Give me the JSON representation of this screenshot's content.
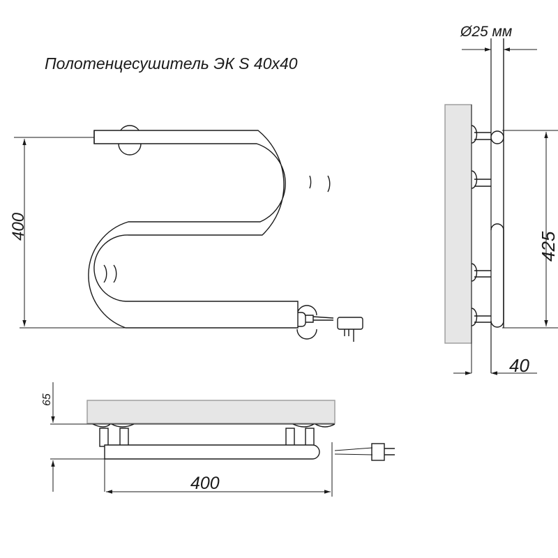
{
  "title": "Полотенцесушитель ЭК S 40x40",
  "colors": {
    "line": "#1a1a1a",
    "wall": "#e6e6e6",
    "background": "#ffffff"
  },
  "front_view": {
    "height_dim": "400"
  },
  "side_view": {
    "diameter_dim": "Ø25 мм",
    "height_dim": "425",
    "depth_dim": "40"
  },
  "top_view": {
    "offset_dim": "65",
    "width_dim": "400"
  }
}
